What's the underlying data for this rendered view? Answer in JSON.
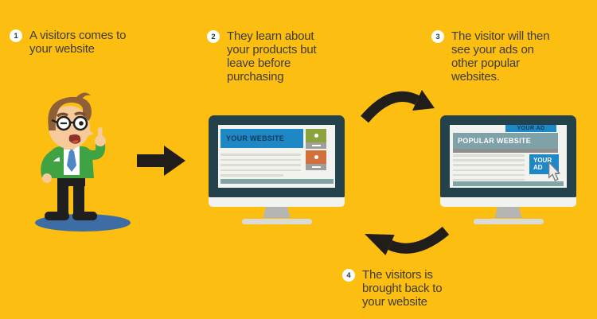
{
  "title": "Retargeting process infographic",
  "colors": {
    "background": "#FBBE11",
    "step_text": "#403C2E",
    "badge_bg": "#FFFFFF",
    "badge_number": "#1C3C4E",
    "arrow_black": "#201D1A",
    "monitor_frame": "#24424C",
    "screen": "#F2F2EF",
    "accent_blue": "#1E88C7",
    "navy_text": "#15394F",
    "olive_widget": "#8CA23E",
    "orange_widget": "#D2703E",
    "teal_bar": "#83A4A6",
    "popular_header": "#7FA1A8",
    "jacket_green": "#3FA344",
    "shadow_blue": "#3E6CA4"
  },
  "steps": [
    {
      "number": "1",
      "lines": [
        "A visitors comes to",
        "your website"
      ]
    },
    {
      "number": "2",
      "lines": [
        "They learn about",
        "your products but",
        "leave before",
        "purchasing"
      ]
    },
    {
      "number": "3",
      "lines": [
        "The visitor will then",
        "see your ads on",
        "other popular",
        "websites."
      ]
    },
    {
      "number": "4",
      "lines": [
        "The visitors is",
        "brought back to",
        "your website"
      ]
    }
  ],
  "monitors": {
    "your_website": {
      "header": "YOUR WEBSITE"
    },
    "popular_website": {
      "top_ad": "YOUR AD",
      "header": "POPULAR WEBSITE",
      "ad_box": "YOUR AD"
    }
  }
}
